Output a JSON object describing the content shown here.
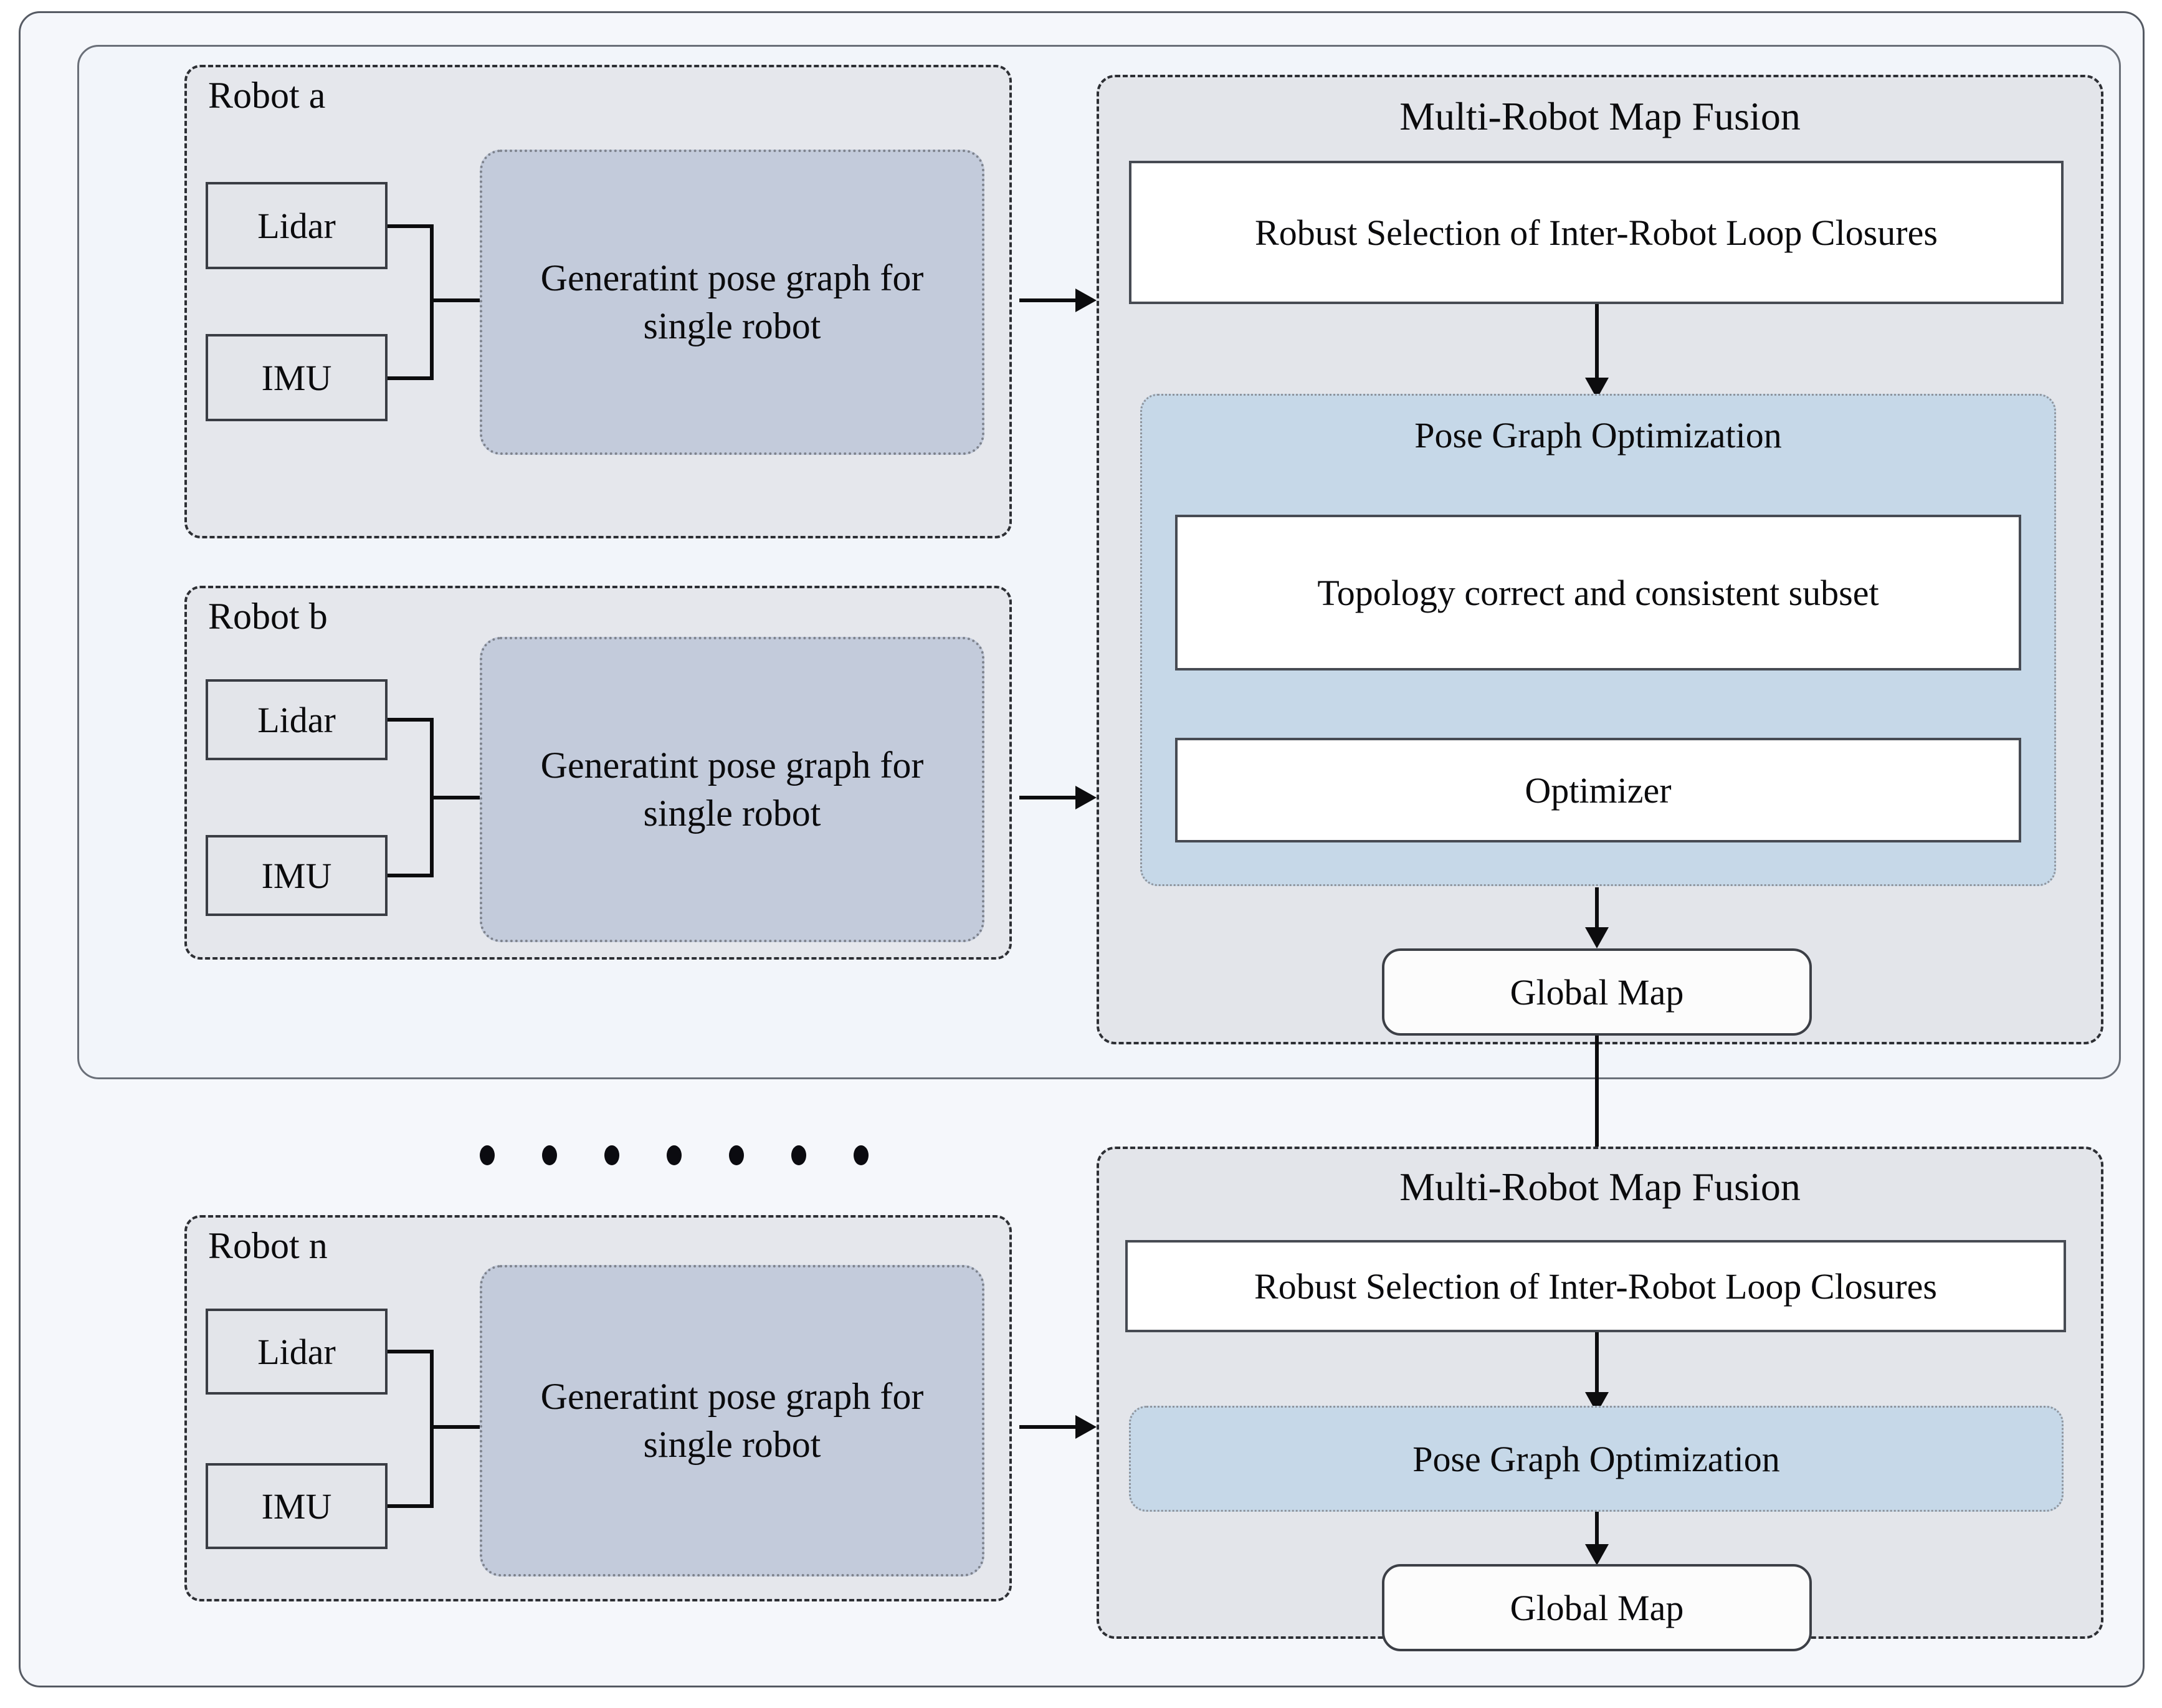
{
  "diagram": {
    "title_internal": "Multi-Robot Collaborative SLAM Map Fusion Pipeline",
    "robots": [
      {
        "id": "robot-a",
        "label": "Robot a",
        "sensors": [
          "Lidar",
          "IMU"
        ],
        "process": "Generatint pose graph for single robot"
      },
      {
        "id": "robot-b",
        "label": "Robot b",
        "sensors": [
          "Lidar",
          "IMU"
        ],
        "process": "Generatint pose graph for single robot"
      },
      {
        "id": "robot-n",
        "label": "Robot n",
        "sensors": [
          "Lidar",
          "IMU"
        ],
        "process": "Generatint pose graph for single robot"
      }
    ],
    "fusion_top": {
      "title": "Multi-Robot Map Fusion",
      "robust_selection": "Robust Selection of Inter-Robot Loop Closures",
      "pose_graph_optimization": {
        "title": "Pose Graph Optimization",
        "subset": "Topology correct and consistent subset",
        "optimizer": "Optimizer"
      },
      "global_map": "Global Map"
    },
    "fusion_bottom": {
      "title": "Multi-Robot Map Fusion",
      "robust_selection": "Robust Selection of Inter-Robot Loop Closures",
      "pose_graph_optimization": {
        "title": "Pose Graph Optimization"
      },
      "global_map": "Global Map"
    },
    "ellipsis_dot_count": 7,
    "colors": {
      "canvas": "#ffffff",
      "outer_frame_fill": "#f5f7fb",
      "inner_frame_fill": "#f2f5fa",
      "robot_panel_fill": "#e5e7ec",
      "sensor_fill": "#e3e5ea",
      "process_fill": "#c3cbdb",
      "fusion_panel_fill": "#e3e5ea",
      "white_box_fill": "#ffffff",
      "blue_box_fill": "#c6d8e8",
      "stroke": "#2d2f34",
      "arrow": "#0c0c0e"
    }
  }
}
